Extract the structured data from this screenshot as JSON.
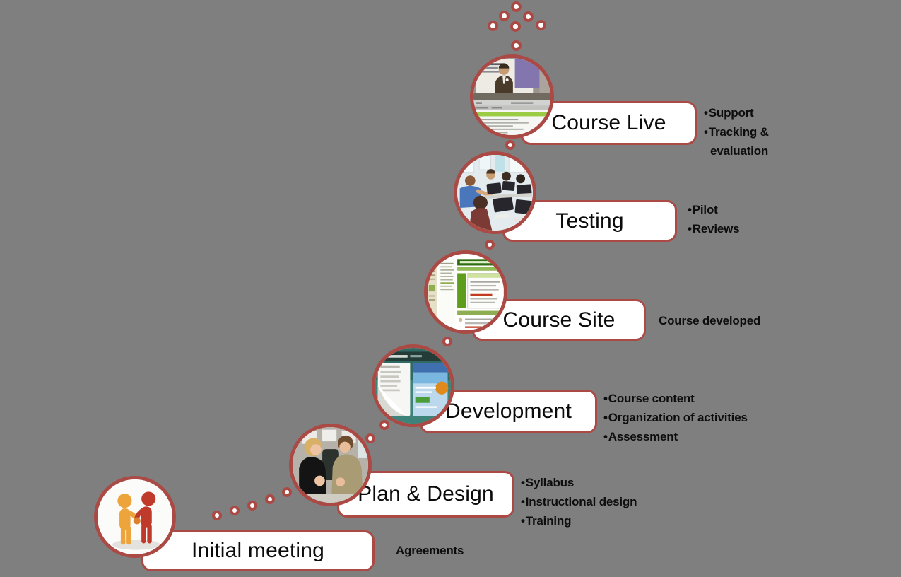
{
  "colors": {
    "background": "#7f7f7f",
    "accent": "#ab4a45",
    "box_fill": "#ffffff",
    "text": "#0b0b0b"
  },
  "arrow_icon": "dotted-up-arrow",
  "stages": [
    {
      "id": "initial-meeting",
      "label": "Initial meeting",
      "image": "handshake-3d-figures",
      "bulleted": false,
      "notes": [
        "Agreements"
      ]
    },
    {
      "id": "plan-design",
      "label": "Plan & Design",
      "image": "two-people-planning-photo",
      "bulleted": true,
      "notes": [
        "Syllabus",
        "Instructional design",
        "Training"
      ]
    },
    {
      "id": "development",
      "label": "Development",
      "image": "web-authoring-software-screenshot",
      "bulleted": true,
      "notes": [
        "Course content",
        "Organization of activities",
        "Assessment"
      ]
    },
    {
      "id": "course-site",
      "label": "Course Site",
      "image": "lms-course-page-screenshot",
      "bulleted": false,
      "notes": [
        "Course developed"
      ]
    },
    {
      "id": "testing",
      "label": "Testing",
      "image": "computer-lab-photo",
      "bulleted": true,
      "notes": [
        "Pilot",
        "Reviews"
      ]
    },
    {
      "id": "course-live",
      "label": "Course Live",
      "image": "lecture-video-screenshot",
      "bulleted": true,
      "notes": [
        "Support",
        "Tracking & evaluation"
      ]
    }
  ]
}
